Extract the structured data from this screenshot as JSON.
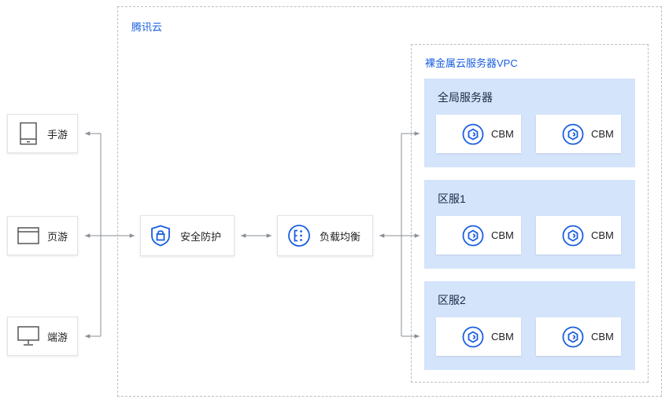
{
  "regions": {
    "tencent_cloud": "腾讯云",
    "vpc": "裸金属云服务器VPC"
  },
  "clients": [
    {
      "label": "手游",
      "icon": "tablet-icon"
    },
    {
      "label": "页游",
      "icon": "browser-window-icon"
    },
    {
      "label": "端游",
      "icon": "monitor-icon"
    }
  ],
  "security": {
    "label": "安全防护",
    "icon": "shield-lock-icon"
  },
  "load_balancer": {
    "label": "负载均衡",
    "icon": "load-balancer-icon"
  },
  "groups": [
    {
      "title": "全局服务器",
      "servers": [
        "CBM",
        "CBM"
      ]
    },
    {
      "title": "区服1",
      "servers": [
        "CBM",
        "CBM"
      ]
    },
    {
      "title": "区服2",
      "servers": [
        "CBM",
        "CBM"
      ]
    }
  ],
  "colors": {
    "accent": "#1a5fe0",
    "group_fill": "#d4e4fb",
    "dashed_border": "#b9bfc7",
    "arrow": "#8a8f96"
  }
}
